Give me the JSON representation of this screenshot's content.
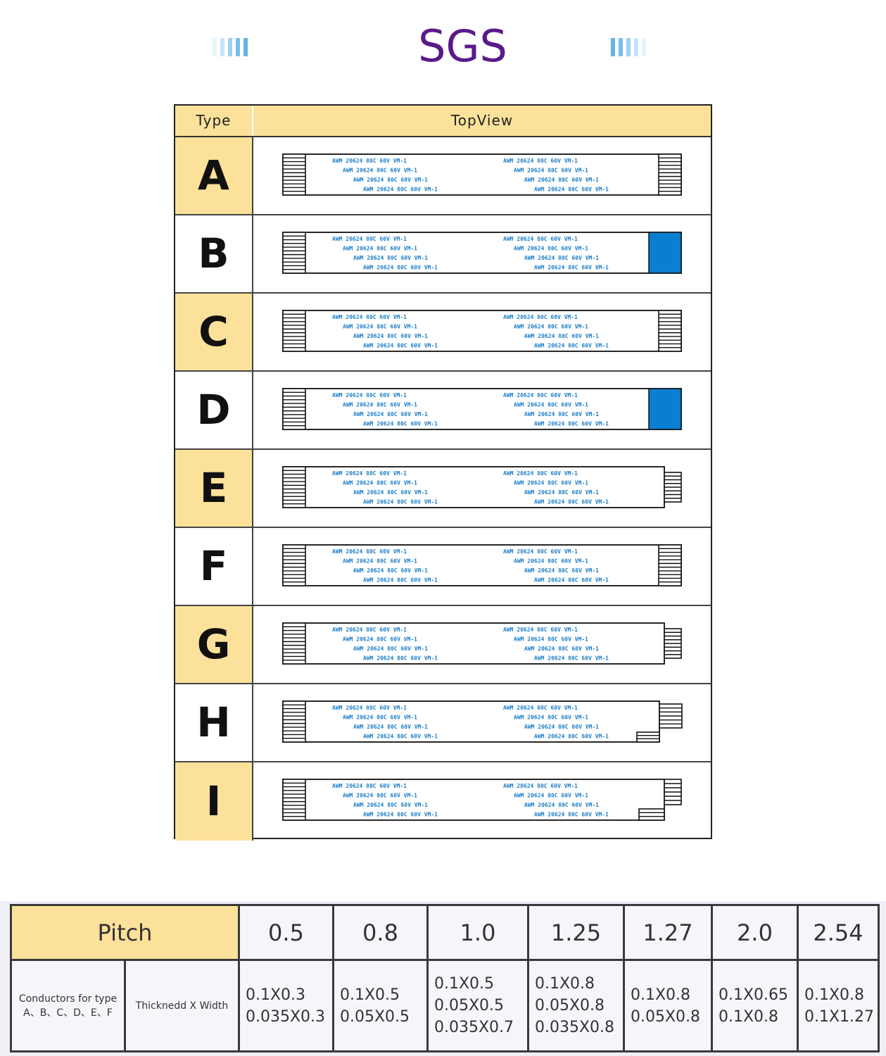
{
  "brand": {
    "title": "SGS",
    "title_color": "#5a1a8c",
    "bar_color": "#62b3e6"
  },
  "type_table": {
    "header_type": "Type",
    "header_view": "TopView",
    "header_bg": "#fbe19a",
    "stiffener_color": "#0a7fd1",
    "cable_print": "AWM  20624  80C  60V  VM-1",
    "rows": [
      {
        "letter": "A"
      },
      {
        "letter": "B"
      },
      {
        "letter": "C"
      },
      {
        "letter": "D"
      },
      {
        "letter": "E"
      },
      {
        "letter": "F"
      },
      {
        "letter": "G"
      },
      {
        "letter": "H"
      },
      {
        "letter": "I"
      }
    ]
  },
  "pitch_table": {
    "pitch_label": "Pitch",
    "conductors_line1": "Conductors for type",
    "conductors_line2": "A、B、C、D、E、F",
    "thickness_label": "Thicknedd X Width",
    "columns": [
      {
        "pitch": "0.5",
        "dims": [
          "0.1X0.3",
          "0.035X0.3"
        ]
      },
      {
        "pitch": "0.8",
        "dims": [
          "0.1X0.5",
          "0.05X0.5"
        ]
      },
      {
        "pitch": "1.0",
        "dims": [
          "0.1X0.5",
          "0.05X0.5",
          "0.035X0.7"
        ]
      },
      {
        "pitch": "1.25",
        "dims": [
          "0.1X0.8",
          "0.05X0.8",
          "0.035X0.8"
        ]
      },
      {
        "pitch": "1.27",
        "dims": [
          "0.1X0.8",
          "0.05X0.8"
        ]
      },
      {
        "pitch": "2.0",
        "dims": [
          "0.1X0.65",
          "0.1X0.8"
        ]
      },
      {
        "pitch": "2.54",
        "dims": [
          "0.1X0.8",
          "0.1X1.27"
        ]
      }
    ]
  }
}
